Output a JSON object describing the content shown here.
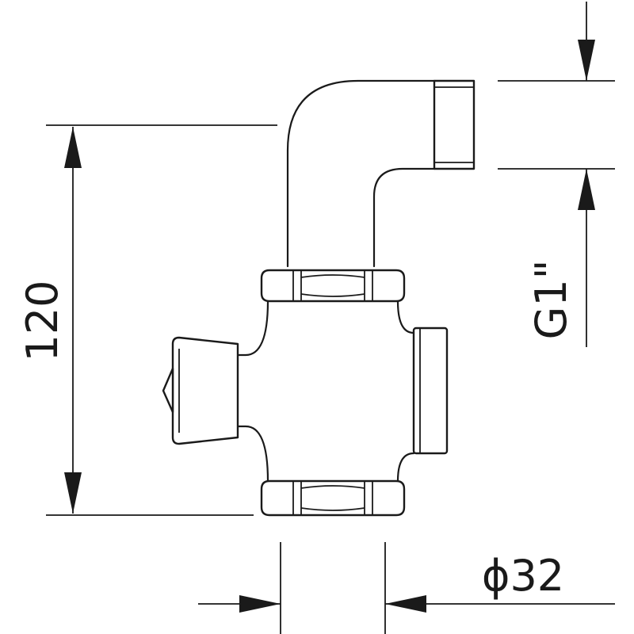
{
  "dimensions": {
    "height": "120",
    "thread": "G1\"",
    "diameter": "ϕ32"
  }
}
